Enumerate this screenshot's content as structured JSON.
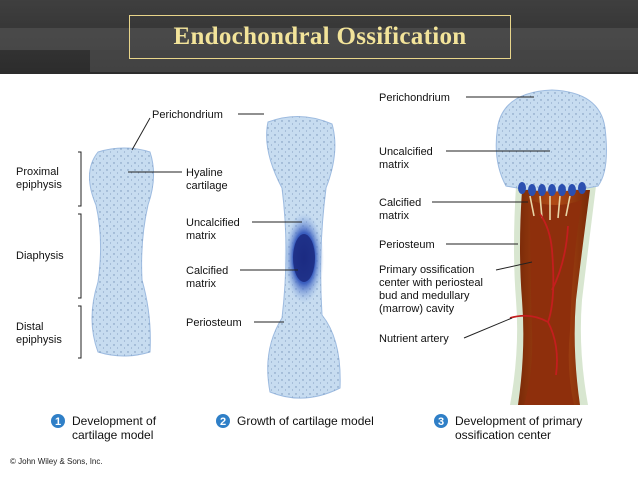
{
  "title": "Endochondral Ossification",
  "labels": {
    "perichondrium_1": "Perichondrium",
    "proximal_epiphysis": [
      "Proximal",
      "epiphysis"
    ],
    "diaphysis": "Diaphysis",
    "distal_epiphysis": [
      "Distal",
      "epiphysis"
    ],
    "hyaline_cartilage": [
      "Hyaline",
      "cartilage"
    ],
    "uncalcified_matrix_2": [
      "Uncalcified",
      "matrix"
    ],
    "calcified_matrix_2": [
      "Calcified",
      "matrix"
    ],
    "periosteum_2": "Periosteum",
    "perichondrium_3": "Perichondrium",
    "uncalcified_matrix_3": [
      "Uncalcified",
      "matrix"
    ],
    "calcified_matrix_3": [
      "Calcified",
      "matrix"
    ],
    "periosteum_3": "Periosteum",
    "primary_center": [
      "Primary ossification",
      "center with periosteal",
      "bud and medullary",
      "(marrow) cavity"
    ],
    "nutrient_artery": "Nutrient artery"
  },
  "captions": [
    {
      "num": "1",
      "lines": [
        "Development of",
        "cartilage model"
      ]
    },
    {
      "num": "2",
      "lines": [
        "Growth of cartilage model"
      ]
    },
    {
      "num": "3",
      "lines": [
        "Development of primary",
        "ossification center"
      ]
    }
  ],
  "copyright": "© John Wiley & Sons, Inc.",
  "colors": {
    "header": "#333333",
    "title_text": "#f3e49a",
    "cartilage": "#c7dcf0",
    "calcified": "#2b3f9e",
    "bone": "#a0400f",
    "caption_circle": "#2f7fc7"
  }
}
